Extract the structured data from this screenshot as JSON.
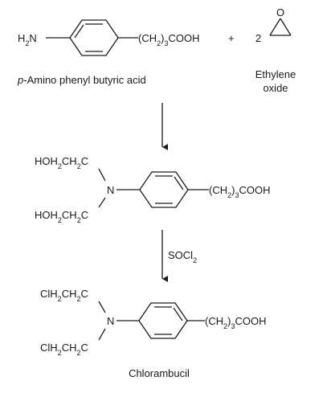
{
  "reactant1": {
    "name_prefix": "p",
    "name_rest": "-Amino phenyl butyric acid",
    "amine_H": "H",
    "amine_sub": "2",
    "amine_N": "N",
    "chain_open": "(CH",
    "chain_sub1": "2",
    "chain_close": ")",
    "chain_sub2": "3",
    "chain_end": "COOH"
  },
  "plus": "+",
  "reactant2": {
    "coefficient": "2",
    "ring_atom": "O",
    "name_line1": "Ethylene",
    "name_line2": "oxide"
  },
  "intermediate": {
    "arm_top": {
      "a": "HOH",
      "s1": "2",
      "b": "CH",
      "s2": "2",
      "c": "C"
    },
    "arm_bottom": {
      "a": "HOH",
      "s1": "2",
      "b": "CH",
      "s2": "2",
      "c": "C"
    },
    "N": "N",
    "chain_open": "(CH",
    "chain_sub1": "2",
    "chain_close": ")",
    "chain_sub2": "3",
    "chain_end": "COOH"
  },
  "reagent": {
    "text": "SOCl",
    "sub": "2"
  },
  "product": {
    "arm_top": {
      "a": "ClH",
      "s1": "2",
      "b": "CH",
      "s2": "2",
      "c": "C"
    },
    "arm_bottom": {
      "a": "ClH",
      "s1": "2",
      "b": "CH",
      "s2": "2",
      "c": "C"
    },
    "N": "N",
    "chain_open": "(CH",
    "chain_sub1": "2",
    "chain_close": ")",
    "chain_sub2": "3",
    "chain_end": "COOH",
    "name": "Chlorambucil"
  }
}
